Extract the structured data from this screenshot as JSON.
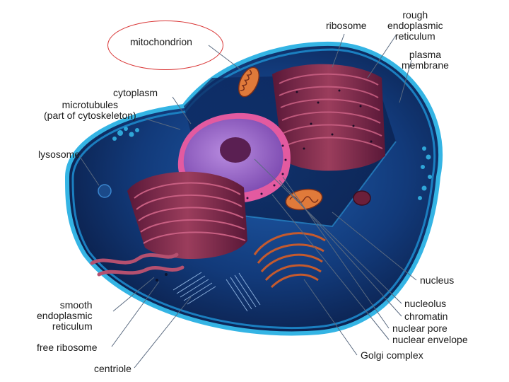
{
  "labels": {
    "mitochondrion": "mitochondrion",
    "ribosome": "ribosome",
    "rough_er": [
      "rough",
      "endoplasmic",
      "reticulum"
    ],
    "plasma_membrane": [
      "plasma",
      "membrane"
    ],
    "cytoplasm": "cytoplasm",
    "microtubules": [
      "microtubules",
      "(part of cytoskeleton)"
    ],
    "lysosome": "lysosome",
    "nucleus": "nucleus",
    "nucleolus": "nucleolus",
    "chromatin": "chromatin",
    "nuclear_pore": "nuclear pore",
    "nuclear_envelope": "nuclear envelope",
    "golgi_complex": "Golgi complex",
    "smooth_er": [
      "smooth",
      "endoplasmic",
      "reticulum"
    ],
    "free_ribosome": "free ribosome",
    "centriole": "centriole"
  },
  "highlight": {
    "target": "mitochondrion",
    "color": "#d93434"
  },
  "colors": {
    "cell_dark": "#0b1f4a",
    "cell_mid": "#123a7a",
    "membrane": "#2fa6d8",
    "organelle": "#8a2f4e",
    "nucleus_outer": "#c9a2e8",
    "nucleus_inner": "#9a62c9",
    "nucleolus": "#5a1f52",
    "mitochondrion": "#e07a3a"
  }
}
